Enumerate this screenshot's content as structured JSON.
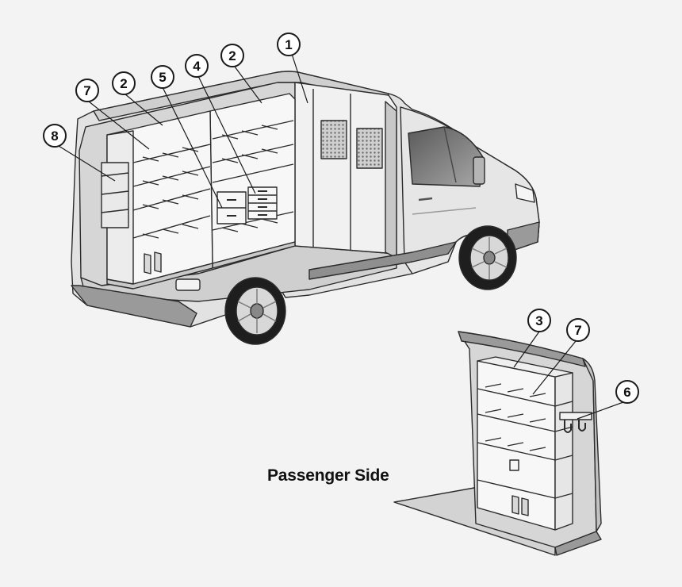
{
  "diagram": {
    "caption": "Passenger Side",
    "callouts": {
      "c1": "1",
      "c2a": "2",
      "c2b": "2",
      "c3": "3",
      "c4": "4",
      "c5": "5",
      "c6": "6",
      "c7a": "7",
      "c7b": "7",
      "c8": "8"
    }
  },
  "colors": {
    "background": "#f3f3f3",
    "outline": "#2b2b2b",
    "van_body": "#e2e2e2",
    "van_interior": "#d6d6d6",
    "shelving": "#f7f7f7",
    "floor": "#cfcfcf",
    "wheel": "#1e1e1e"
  }
}
